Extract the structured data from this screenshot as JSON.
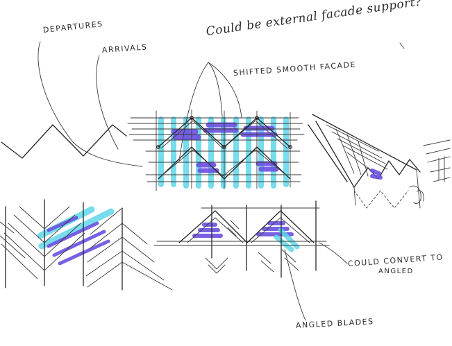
{
  "annotations": {
    "departures": "DEPARTURES",
    "arrivals": "ARRIVALS",
    "external_facade": "Could be external facade support?",
    "shifted_facade": "SHIFTED SMOOTH FACADE",
    "could_angled_line1": "COULD CONVERT TO",
    "could_angled_line2": "ANGLED",
    "angled_blades": "ANGLED BLADES"
  },
  "colors": {
    "ink": "#2b2b2b",
    "cyan_marker": "#5fd6e8",
    "purple_marker": "#6a4fe0",
    "paper": "#ffffff"
  }
}
